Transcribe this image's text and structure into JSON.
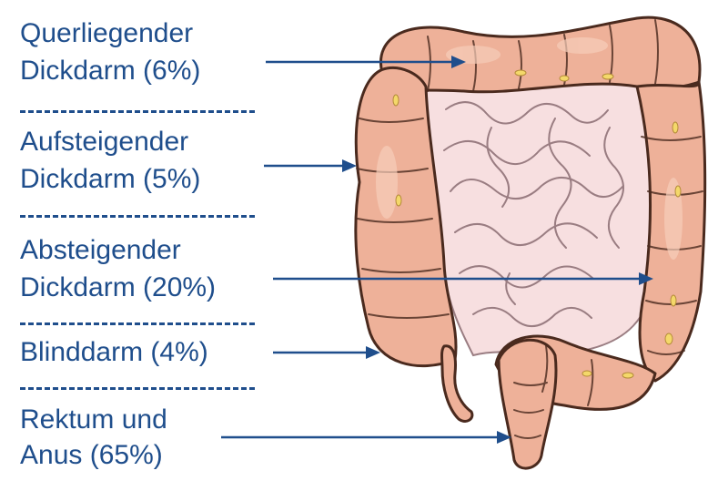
{
  "labels": {
    "transverse": {
      "line1": "Querliegender",
      "line2": "Dickdarm (6%)"
    },
    "ascending": {
      "line1": "Aufsteigender",
      "line2": "Dickdarm (5%)"
    },
    "descending": {
      "line1": "Absteigender",
      "line2": "Dickdarm (20%)"
    },
    "cecum": {
      "line1": "Blinddarm (4%)"
    },
    "rectum": {
      "line1": "Rektum und",
      "line2": "Anus (65%)"
    }
  },
  "colors": {
    "label_text": "#1f4e8c",
    "arrow": "#1f4e8c",
    "colon_fill": "#eeb199",
    "colon_outline": "#4a2a1e",
    "intestine_fill": "#f7dfe0",
    "intestine_lines": "#9a7d82",
    "fat_deposit": "#f4d86a"
  }
}
